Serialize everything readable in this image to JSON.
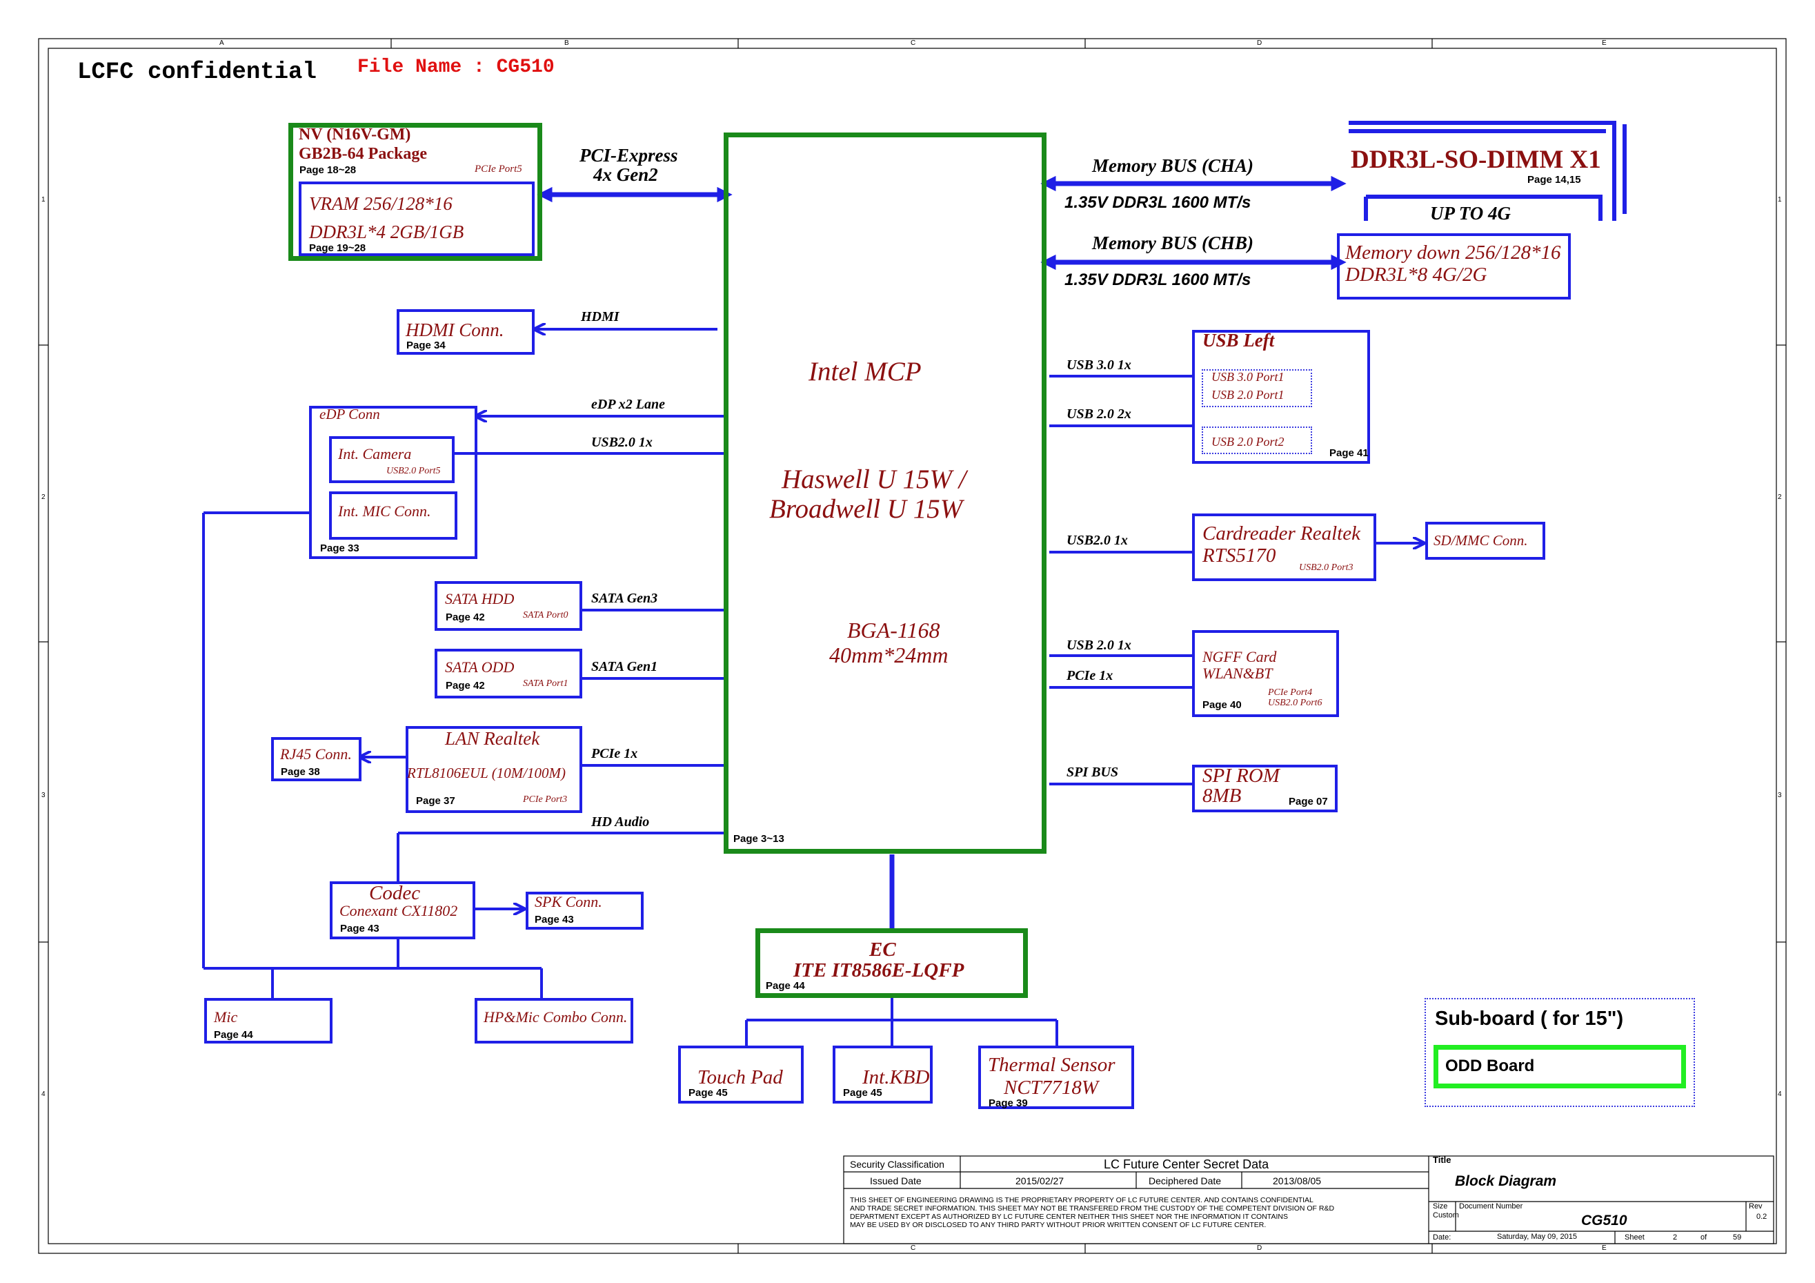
{
  "header": {
    "confidential": "LCFC confidential",
    "file_name": "File Name : CG510"
  },
  "frame": {
    "col_letters": [
      "A",
      "B",
      "C",
      "D",
      "E"
    ],
    "row_numbers": [
      "1",
      "2",
      "3",
      "4"
    ]
  },
  "gpu": {
    "line1": "NV (N16V-GM)",
    "line2": "GB2B-64 Package",
    "page": "Page 18~28",
    "pcie": "PCIe  Port5",
    "vram1": "VRAM 256/128*16",
    "vram2": "DDR3L*4  2GB/1GB",
    "vram_page": "Page 19~28"
  },
  "pcie_express": {
    "line1": "PCI-Express",
    "line2": "4x Gen2"
  },
  "cpu": {
    "line1": "Intel    MCP",
    "line2": "Haswell  U 15W /",
    "line3": "Broadwell  U 15W",
    "line4": "BGA-1168",
    "line5": "40mm*24mm",
    "page": "Page 3~13"
  },
  "dimm": {
    "title": "DDR3L-SO-DIMM X1",
    "page": "Page 14,15",
    "up_to": "UP TO 4G",
    "bus_a": "Memory BUS (CHA)",
    "bus_a_spec": "1.35V DDR3L 1600 MT/s",
    "bus_b": "Memory BUS (CHB)",
    "bus_b_spec": "1.35V DDR3L 1600 MT/s",
    "memdown1": "Memory down 256/128*16",
    "memdown2": "DDR3L*8 4G/2G"
  },
  "left": {
    "hdmi_conn": "HDMI Conn.",
    "hdmi_page": "Page 34",
    "hdmi_sig": "HDMI",
    "edp_conn": "eDP Conn",
    "edp_sig": "eDP x2 Lane",
    "camera": "Int. Camera",
    "camera_port": "USB2.0 Port5",
    "cam_sig": "USB2.0 1x",
    "mic_conn": "Int. MIC Conn.",
    "edp_page": "Page 33",
    "sata_hdd": "SATA HDD",
    "sata_hdd_page": "Page 42",
    "sata_hdd_port": "SATA Port0",
    "sata_hdd_sig": "SATA Gen3",
    "sata_odd": "SATA ODD",
    "sata_odd_page": "Page 42",
    "sata_odd_port": "SATA Port1",
    "sata_odd_sig": "SATA Gen1",
    "lan1": "LAN Realtek",
    "lan2": "RTL8106EUL (10M/100M)",
    "lan_page": "Page 37",
    "lan_port": "PCIe Port3",
    "lan_sig": "PCIe 1x",
    "rj45": "RJ45 Conn.",
    "rj45_page": "Page 38",
    "hd_audio": "HD Audio",
    "codec1": "Codec",
    "codec2": "Conexant CX11802",
    "codec_page": "Page 43",
    "spk": "SPK Conn.",
    "spk_page": "Page 43",
    "mic": "Mic",
    "mic_page": "Page 44",
    "hpmic": "HP&Mic Combo Conn."
  },
  "right": {
    "usb3_sig": "USB 3.0 1x",
    "usb2_sig": "USB 2.0 2x",
    "usb_left": "USB Left",
    "usb_p1a": "USB 3.0 Port1",
    "usb_p1b": "USB 2.0 Port1",
    "usb_p2": "USB 2.0 Port2",
    "usb_page": "Page 41",
    "card_sig": "USB2.0 1x",
    "card1": "Cardreader  Realtek",
    "card2": "RTS5170",
    "card_port": "USB2.0 Port3",
    "sd": "SD/MMC Conn.",
    "ngff_sig1": "USB 2.0 1x",
    "ngff_sig2": "PCIe 1x",
    "ngff1": "NGFF Card",
    "ngff2": "WLAN&BT",
    "ngff_page": "Page 40",
    "ngff_port1": "PCIe  Port4",
    "ngff_port2": "USB2.0 Port6",
    "spi_sig": "SPI BUS",
    "spi1": "SPI ROM",
    "spi2": "8MB",
    "spi_page": "Page 07"
  },
  "ec": {
    "line1": "EC",
    "line2": "ITE IT8586E-LQFP",
    "page": "Page 44",
    "touchpad": "Touch Pad",
    "touchpad_page": "Page 45",
    "kbd": "Int.KBD",
    "kbd_page": "Page 45",
    "thermal1": "Thermal Sensor",
    "thermal2": "NCT7718W",
    "thermal_page": "Page 39"
  },
  "subboard": {
    "title": "Sub-board ( for 15\")",
    "odd": "ODD Board"
  },
  "title_block": {
    "security_label": "Security Classification",
    "security_value": "LC Future Center Secret Data",
    "issued_label": "Issued Date",
    "issued_value": "2015/02/27",
    "deciphered_label": "Deciphered Date",
    "deciphered_value": "2013/08/05",
    "notice1": "THIS SHEET OF ENGINEERING DRAWING IS THE PROPRIETARY PROPERTY OF  LC FUTURE CENTER. AND CONTAINS CONFIDENTIAL",
    "notice2": "AND TRADE SECRET INFORMATION. THIS SHEET MAY NOT BE TRANSFERED FROM THE CUSTODY OF THE COMPETENT DIVISION OF R&D",
    "notice3": "DEPARTMENT EXCEPT AS AUTHORIZED BY LC FUTURE CENTER NEITHER THIS SHEET NOR THE INFORMATION IT CONTAINS",
    "notice4": "MAY BE USED BY OR DISCLOSED TO ANY THIRD PARTY WITHOUT PRIOR WRITTEN CONSENT OF  LC FUTURE CENTER.",
    "title_label": "Title",
    "title_value": "Block Diagram",
    "size_label": "Size",
    "size_value": "Custom",
    "docnum_label": "Document Number",
    "docnum_value": "CG510",
    "rev_label": "Rev",
    "rev_value": "0.2",
    "date_label": "Date:",
    "date_value": "Saturday, May 09, 2015",
    "sheet_label": "Sheet",
    "sheet_value": "2",
    "of_label": "of",
    "of_value": "59"
  }
}
